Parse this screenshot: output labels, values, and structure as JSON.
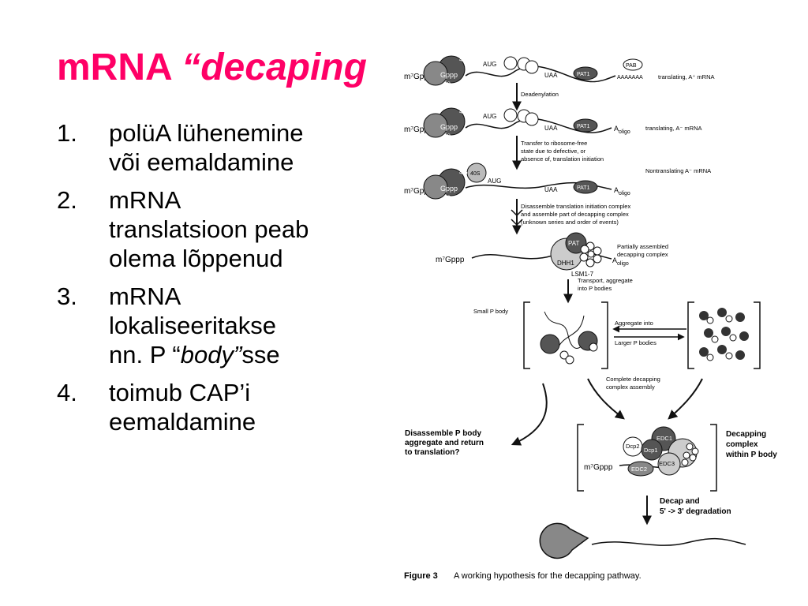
{
  "title": {
    "main": "mRNA",
    "emphasis": "“decaping"
  },
  "bullets": [
    {
      "num": "1.",
      "lines": [
        "polüA lühenemine",
        "või eemaldamine"
      ]
    },
    {
      "num": "2.",
      "lines": [
        "mRNA",
        "translatsioon peab",
        "olema lõppenud"
      ]
    },
    {
      "num": "3.",
      "lines": [
        "mRNA",
        "lokaliseeritakse"
      ],
      "last_pre": "nn. P “",
      "last_em": "body”",
      "last_post": "sse"
    },
    {
      "num": "4.",
      "lines": [
        "toimub CAP’i",
        "eemaldamine"
      ]
    }
  ],
  "figure": {
    "m7gppp": "m⁷Gppp",
    "cap_gppp": "Gppp",
    "cap_m7": "m⁷",
    "f4g": "4G",
    "f4e": "4e",
    "aug": "AUG",
    "uaa": "UAA",
    "pat1": "PAT1",
    "pab": "PAB",
    "poly_a": "AAAAAAA",
    "a_oligo": "A",
    "oligo_sub": "oligo",
    "s40": "40S",
    "row1_label": "translating, A⁺ mRNA",
    "deadenylation": "Deadenylation",
    "row2_label": "translating, A⁻ mRNA",
    "transfer_lines": [
      "Transfer to ribosome-free",
      "state due to defective, or",
      "absence of, translation initiation"
    ],
    "row3_label": "Nontranslating A⁻ mRNA",
    "disassemble_lines": [
      "Disassemble translation initiation complex",
      "and assemble part of decapping complex",
      "(unknown series and order of events)"
    ],
    "pat": "PAT",
    "dhh1": "DHH1",
    "lsm": "LSM1-7",
    "partial_lines": [
      "Partially assembled",
      "decapping complex"
    ],
    "transport_lines": [
      "Transport, aggregate",
      "into P bodies"
    ],
    "small_pbody": "Small P body",
    "aggregate_into": "Aggregate into",
    "larger_pbodies": "Larger P bodies",
    "complete_lines": [
      "Complete decapping",
      "complex assembly"
    ],
    "disassemble_p_lines": [
      "Disassemble P body",
      "aggregate and return",
      "to translation?"
    ],
    "decapping_p_lines": [
      "Decapping",
      "complex",
      "within P body"
    ],
    "edc1": "EDC1",
    "dcp2": "Dcp2",
    "dcp1": "Dcp1",
    "edc3": "EDC3",
    "edc2": "EDC2",
    "decap_lines": [
      "Decap and",
      "5' -> 3' degradation"
    ],
    "caption_bold": "Figure 3",
    "caption": "A working hypothesis for the decapping pathway."
  }
}
